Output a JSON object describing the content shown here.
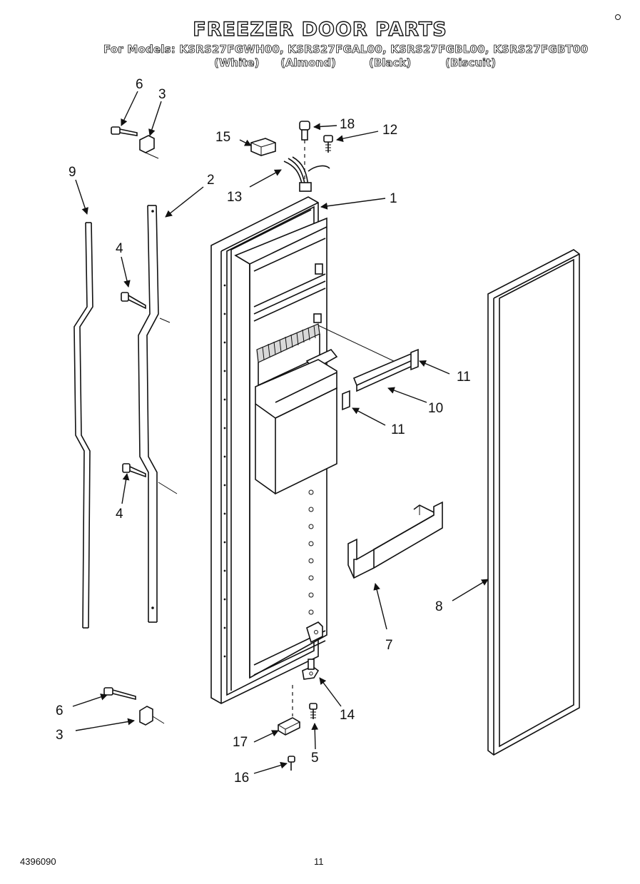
{
  "title": "FREEZER DOOR PARTS",
  "models_line": "For Models: KSRS27FGWH00, KSRS27FGAL00, KSRS27FGBL00, KSRS27FGBT00",
  "colours": [
    "(White)",
    "(Almond)",
    "(Black)",
    "(Biscuit)"
  ],
  "footer": {
    "doc_number": "4396090",
    "page_number": "11"
  },
  "part_labels": {
    "p1": "1",
    "p2": "2",
    "p3a": "3",
    "p3b": "3",
    "p4a": "4",
    "p4b": "4",
    "p5": "5",
    "p6a": "6",
    "p6b": "6",
    "p7": "7",
    "p8": "8",
    "p9": "9",
    "p10": "10",
    "p11a": "11",
    "p11b": "11",
    "p12": "12",
    "p13": "13",
    "p14": "14",
    "p15": "15",
    "p16": "16",
    "p17": "17",
    "p18": "18"
  }
}
